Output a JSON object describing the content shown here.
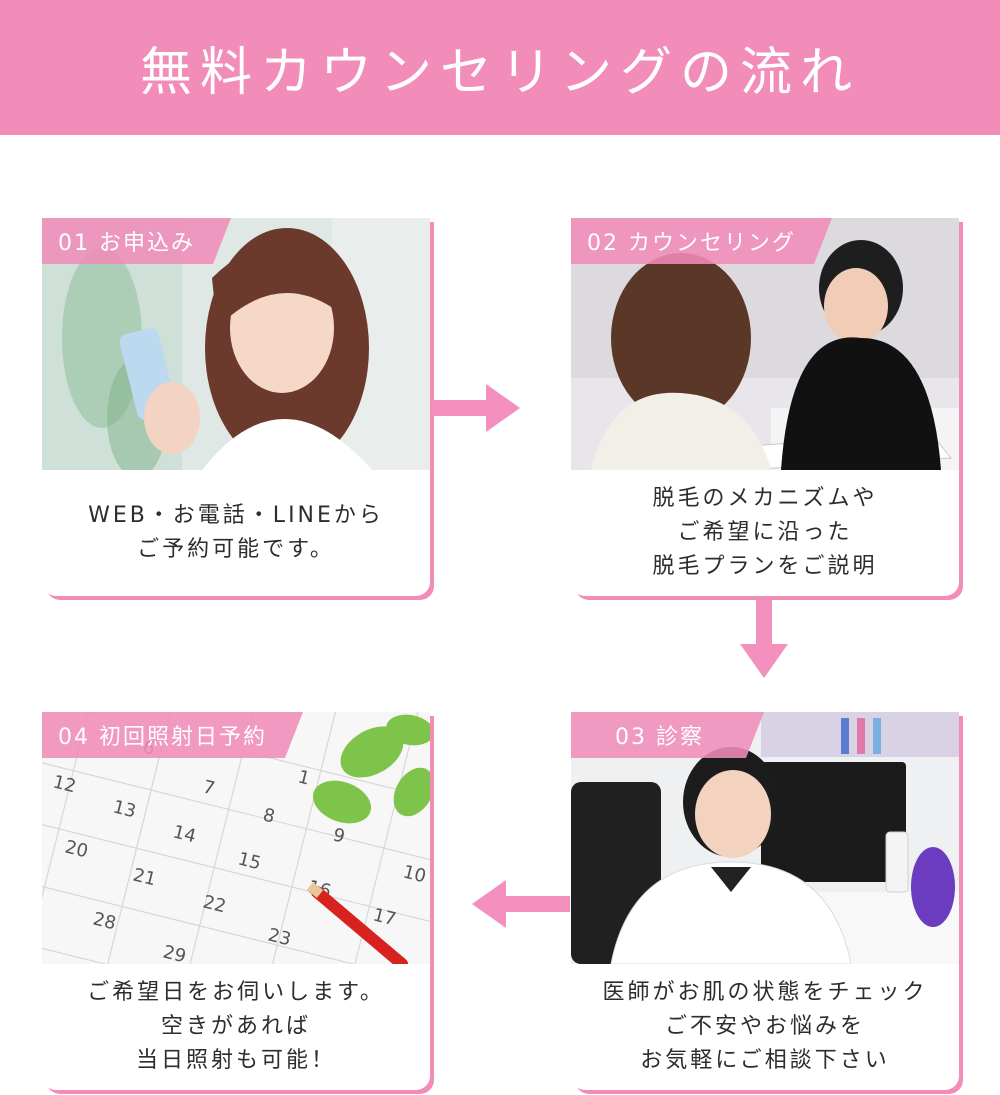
{
  "title": "無料カウンセリングの流れ",
  "steps": [
    {
      "tag": "01 お申込み",
      "lines": [
        "WEB・お電話・LINEから",
        "ご予約可能です。"
      ]
    },
    {
      "tag": "02 カウンセリング",
      "lines": [
        "脱毛のメカニズムや",
        "ご希望に沿った",
        "脱毛プランをご説明"
      ]
    },
    {
      "tag": "03 診察",
      "lines": [
        "医師がお肌の状態をチェック",
        "ご不安やお悩みを",
        "お気軽にご相談下さい"
      ]
    },
    {
      "tag": "04 初回照射日予約",
      "lines": [
        "ご希望日をお伺いします。",
        "空きがあれば",
        "当日照射も可能！"
      ]
    }
  ],
  "calendar_numbers": [
    "6",
    "7",
    "1",
    "12",
    "13",
    "8",
    "14",
    "9",
    "20",
    "15",
    "21",
    "16",
    "10",
    "22",
    "17",
    "28",
    "23",
    "29"
  ],
  "colors": {
    "accent": "#f28db9",
    "arrow": "#f390bd"
  }
}
